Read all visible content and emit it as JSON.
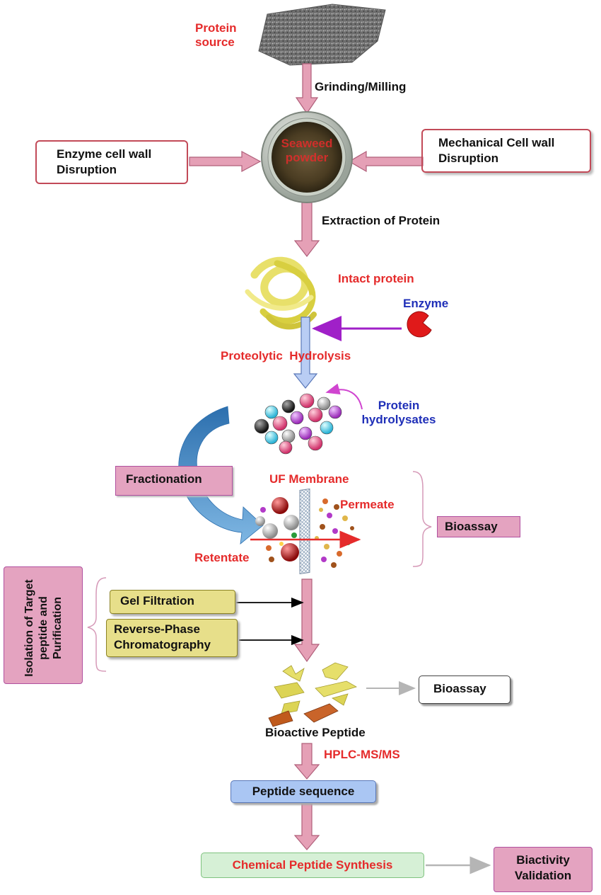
{
  "steps": {
    "protein_source": "Protein source",
    "grinding": "Grinding/Milling",
    "seaweed_powder": "Seaweed powder",
    "enzyme_disruption": "Enzyme cell wall Disruption",
    "mechanical_disruption": "Mechanical Cell wall Disruption",
    "extraction": "Extraction of Protein",
    "intact_protein": "Intact protein",
    "enzyme": "Enzyme",
    "proteolytic": "Proteolytic  Hydrolysis",
    "hydrolysates": "Protein hydrolysates",
    "fractionation": "Fractionation",
    "uf_membrane": "UF Membrane",
    "permeate": "Permeate",
    "retentate": "Retentate",
    "bioassay_1": "Bioassay",
    "isolation": "Isolation of Target peptide and Purification",
    "gel_filtration": "Gel Filtration",
    "reverse_phase": "Reverse-Phase Chromatography",
    "bioassay_2": "Bioassay",
    "bioactive_peptide": "Bioactive Peptide",
    "hplc": "HPLC-MS/MS",
    "peptide_sequence": "Peptide sequence",
    "chemical_synthesis": "Chemical Peptide Synthesis",
    "validation": "Biactivity Validation"
  },
  "colors": {
    "arrow_pink": "#e5a0b6",
    "arrow_pink_border": "#b05f7a",
    "label_red": "#e52b2b",
    "label_blue": "#1f2fb8",
    "fractionation_fill": "#e4a3c0",
    "yellow_box": "#e7df8a",
    "blue_box": "#aac6f3",
    "green_box": "#d6f0d6",
    "purple_border": "#b0509f",
    "enzyme_arrow": "#a020c8",
    "hydrolysis_arrow": "#b9cdf4"
  }
}
